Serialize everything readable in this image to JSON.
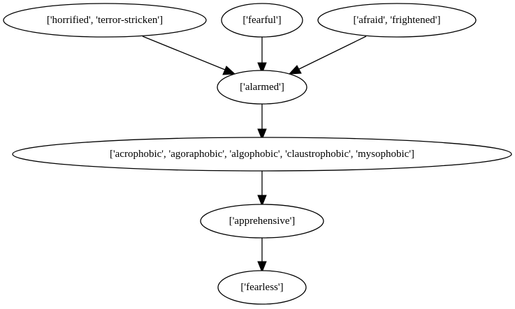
{
  "diagram": {
    "nodes": [
      {
        "id": "horrified",
        "label": "['horrified', 'terror-stricken']"
      },
      {
        "id": "fearful",
        "label": "['fearful']"
      },
      {
        "id": "afraid",
        "label": "['afraid', 'frightened']"
      },
      {
        "id": "alarmed",
        "label": "['alarmed']"
      },
      {
        "id": "phobic",
        "label": "['acrophobic', 'agoraphobic', 'algophobic', 'claustrophobic', 'mysophobic']"
      },
      {
        "id": "apprehensive",
        "label": "['apprehensive']"
      },
      {
        "id": "fearless",
        "label": "['fearless']"
      }
    ],
    "edges": [
      {
        "from": "horrified",
        "to": "alarmed"
      },
      {
        "from": "fearful",
        "to": "alarmed"
      },
      {
        "from": "afraid",
        "to": "alarmed"
      },
      {
        "from": "alarmed",
        "to": "phobic"
      },
      {
        "from": "phobic",
        "to": "apprehensive"
      },
      {
        "from": "apprehensive",
        "to": "fearless"
      }
    ]
  }
}
